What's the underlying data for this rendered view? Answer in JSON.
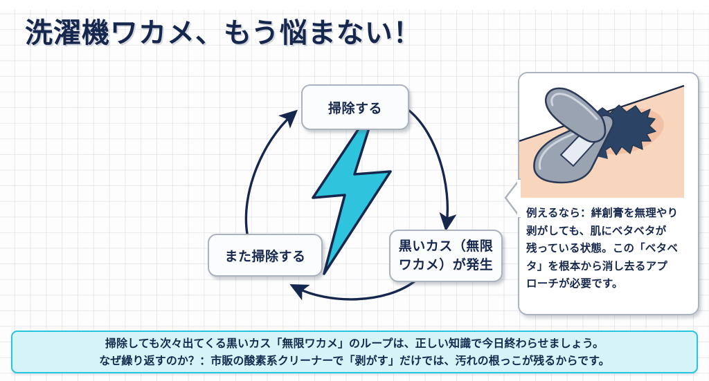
{
  "page": {
    "title": "洗濯機ワカメ、もう悩まない！"
  },
  "colors": {
    "navy": "#16274d",
    "cyan_bolt": "#2ec4dd",
    "banner_border": "#25c4e0",
    "banner_fill": "#d6f4f8",
    "box_border": "#a9b2bd",
    "skin": "#f7d3bb",
    "bandage": "#8f98a8",
    "residue": "#2b4466"
  },
  "cycle": {
    "nodes": [
      {
        "id": "clean",
        "label": "掃除する"
      },
      {
        "id": "debris",
        "label_line1": "黒いカス（無限",
        "label_line2": "ワカメ）が発生"
      },
      {
        "id": "clean_again",
        "label": "また掃除する"
      }
    ],
    "center_icon": "lightning-bolt-icon"
  },
  "callout": {
    "illustration": "bandage-peeling-illustration",
    "text_lines": [
      "例えるなら：絆創膏を無理やり",
      "剥がしても、肌にベタベタが",
      "残っている状態。この「ベタベ",
      "タ」を根本から消し去るアプ",
      "ローチが必要です。"
    ]
  },
  "banner": {
    "line1": "掃除しても次々出てくる黒いカス「無限ワカメ」のループは、正しい知識で今日終わらせましょう。",
    "line2": "なぜ繰り返すのか？：市販の酸素系クリーナーで「剥がす」だけでは、汚れの根っこが残るからです。"
  }
}
